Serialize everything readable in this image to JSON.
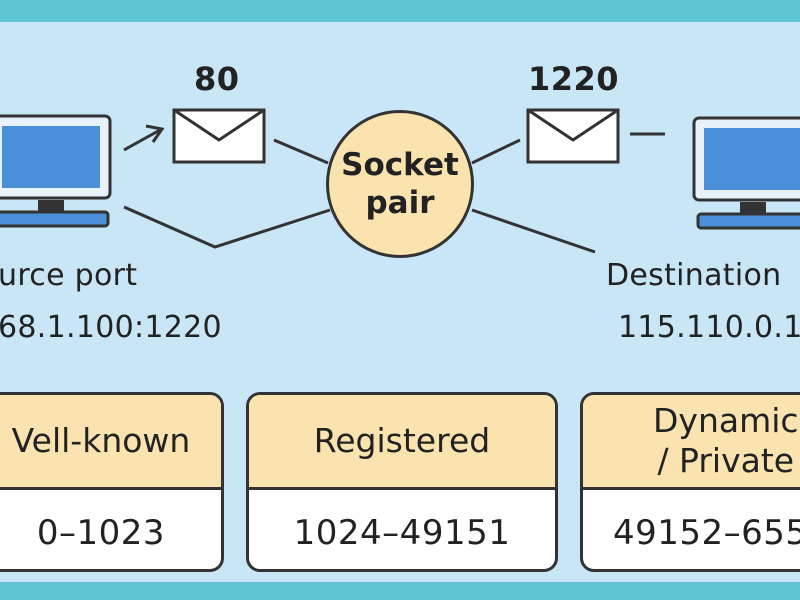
{
  "source": {
    "port_number": "80",
    "label": "urce port",
    "address": "68.1.100:1220"
  },
  "destination": {
    "port_number": "1220",
    "label": "Destination",
    "address": "115.110.0.1"
  },
  "socket": {
    "label": "Socket\npair"
  },
  "ranges": [
    {
      "name": "Vell-known",
      "range": "0–1023"
    },
    {
      "name": "Registered",
      "range": "1024–49151"
    },
    {
      "name": "Dynamic\n/ Private",
      "range": "49152–655"
    }
  ],
  "icons": {
    "source_computer": "computer-icon",
    "destination_computer": "computer-icon",
    "envelope": "envelope-icon"
  },
  "colors": {
    "background": "#c9e6f7",
    "frame": "#5fc4d4",
    "accent": "#fbe3b0",
    "screen": "#4a90d9"
  }
}
